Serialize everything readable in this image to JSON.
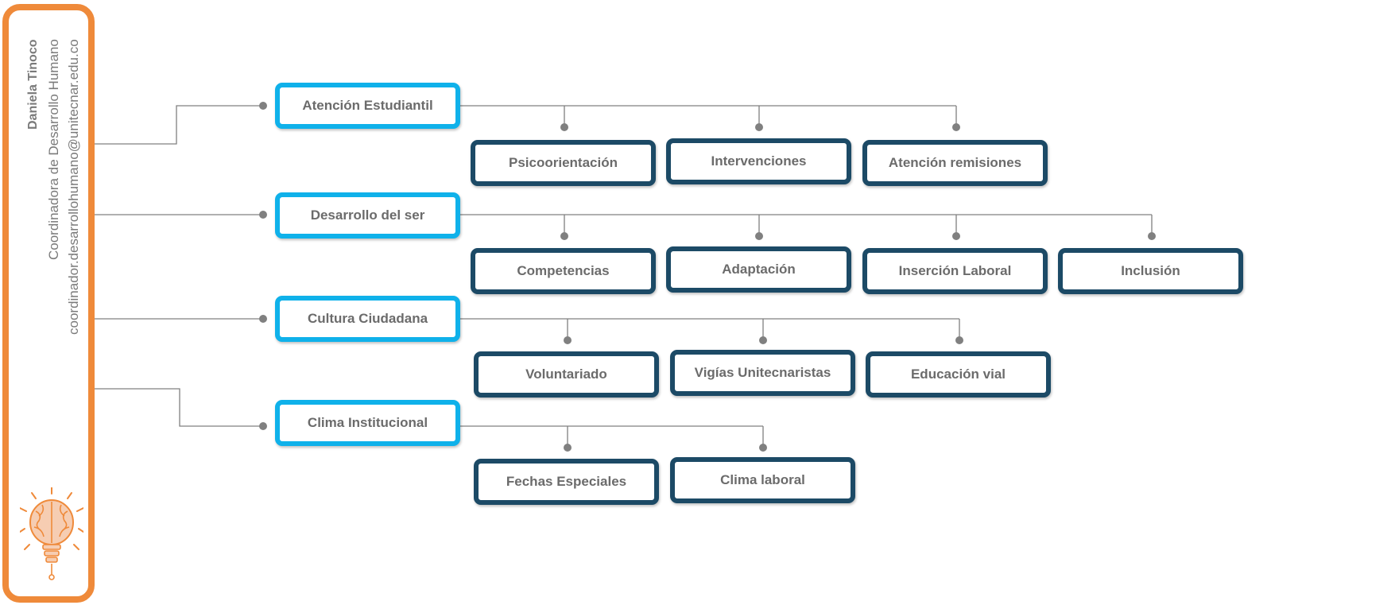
{
  "contact": {
    "name": "Daniela Tinoco",
    "role": "Coordinadora de Desarrollo Humano",
    "email": "coordinador.desarrollohumano@unitecnar.edu.co"
  },
  "logo": {
    "icon": "brain-lightbulb-icon",
    "color": "#ef8a3a"
  },
  "colors": {
    "sidebar_border": "#ef8a3a",
    "category_border": "#0fb1ea",
    "sub_border": "#1c4a66",
    "connector": "#808080"
  },
  "categories": [
    {
      "label": "Atención Estudiantil",
      "children": [
        "Psicoorientación",
        "Intervenciones",
        "Atención remisiones"
      ]
    },
    {
      "label": "Desarrollo del ser",
      "children": [
        "Competencias",
        "Adaptación",
        "Inserción Laboral",
        "Inclusión"
      ]
    },
    {
      "label": "Cultura Ciudadana",
      "children": [
        "Voluntariado",
        "Vigías Unitecnaristas",
        "Educación vial"
      ]
    },
    {
      "label": "Clima Institucional",
      "children": [
        "Fechas Especiales",
        "Clima laboral"
      ]
    }
  ]
}
